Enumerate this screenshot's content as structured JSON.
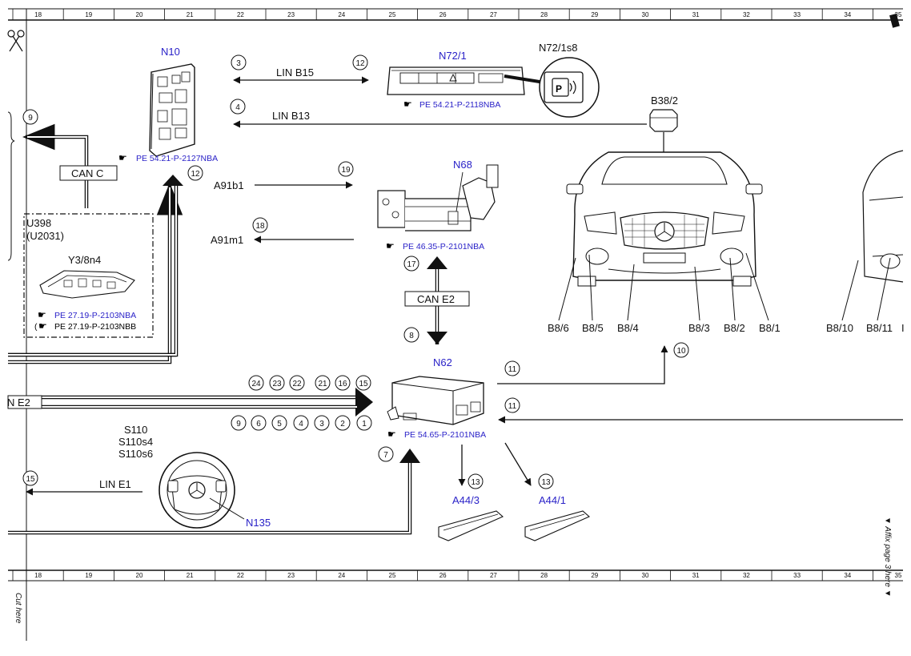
{
  "ruler": {
    "columns": [
      "18",
      "19",
      "20",
      "21",
      "22",
      "23",
      "24",
      "25",
      "26",
      "27",
      "28",
      "29",
      "30",
      "31",
      "32",
      "33",
      "34",
      "35"
    ]
  },
  "components": {
    "n10": "N10",
    "n72_1": "N72/1",
    "n72_1s8": "N72/1s8",
    "b38_2": "B38/2",
    "n68": "N68",
    "n62": "N62",
    "u398": "U398",
    "u2031": "(U2031)",
    "y3_8n4": "Y3/8n4",
    "s110": "S110",
    "s110s4": "S110s4",
    "s110s6": "S110s6",
    "n135": "N135",
    "a44_3": "A44/3",
    "a44_1": "A44/1",
    "a91b1": "A91b1",
    "a91m1": "A91m1"
  },
  "sensors": [
    "B8/6",
    "B8/5",
    "B8/4",
    "B8/3",
    "B8/2",
    "B8/1",
    "B8/10",
    "B8/11"
  ],
  "buses": {
    "lin_b15": "LIN B15",
    "lin_b13": "LIN B13",
    "can_c": "CAN C",
    "can_e2": "CAN E2",
    "can_e2_partial": "N E2",
    "lin_e1": "LIN E1"
  },
  "refs": {
    "n10": "PE 54.21-P-2127NBA",
    "n72_1": "PE 54.21-P-2118NBA",
    "n68": "PE 46.35-P-2101NBA",
    "n62": "PE 54.65-P-2101NBA",
    "y3_a": "PE 27.19-P-2103NBA",
    "y3_b": "PE 27.19-P-2103NBB"
  },
  "sensor_partial": "I",
  "callouts": {
    "c1": "1",
    "c2": "2",
    "c3": "3",
    "c4": "4",
    "c5": "5",
    "c6": "6",
    "c7": "7",
    "c8": "8",
    "c9": "9",
    "c10": "10",
    "c11": "11",
    "c12": "12",
    "c13": "13",
    "c15": "15",
    "c16": "16",
    "c17": "17",
    "c18": "18",
    "c19": "19",
    "c21": "21",
    "c22": "22",
    "c23": "23",
    "c24": "24"
  },
  "margin": {
    "cut_here": "Cut here",
    "affix": "▼ Affix page 3 here ▼"
  }
}
